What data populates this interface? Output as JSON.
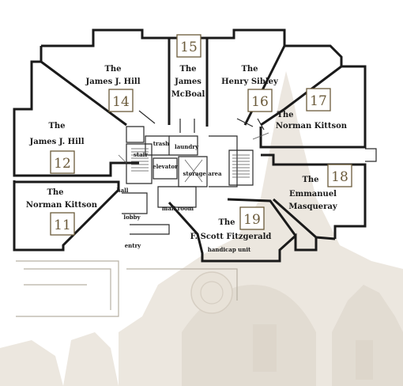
{
  "rooms": [
    {
      "number": "15",
      "lines": [
        "The",
        "James",
        "McBoal"
      ]
    },
    {
      "number": "14",
      "lines": [
        "The",
        "James J. Hill"
      ]
    },
    {
      "number": "16",
      "lines": [
        "The",
        "Henry Sibley"
      ]
    },
    {
      "number": "17",
      "lines": [
        "The",
        "Norman Kittson"
      ]
    },
    {
      "number": "12",
      "lines": [
        "The",
        "James J. Hill"
      ]
    },
    {
      "number": "18",
      "lines": [
        "The",
        "Emmanuel",
        "Masqueray"
      ]
    },
    {
      "number": "11",
      "lines": [
        "The",
        "Norman Kittson"
      ]
    },
    {
      "number": "19",
      "lines": [
        "The",
        "F. Scott Fitzgerald"
      ]
    }
  ],
  "labels": {
    "stair": "stair",
    "trash": "trash",
    "laundry": "laundry",
    "elevator": "elevator",
    "storage": "storage area",
    "hall": "hall",
    "mail": "mail room",
    "lobby": "lobby",
    "entry": "entry",
    "handicap": "handicap unit"
  }
}
